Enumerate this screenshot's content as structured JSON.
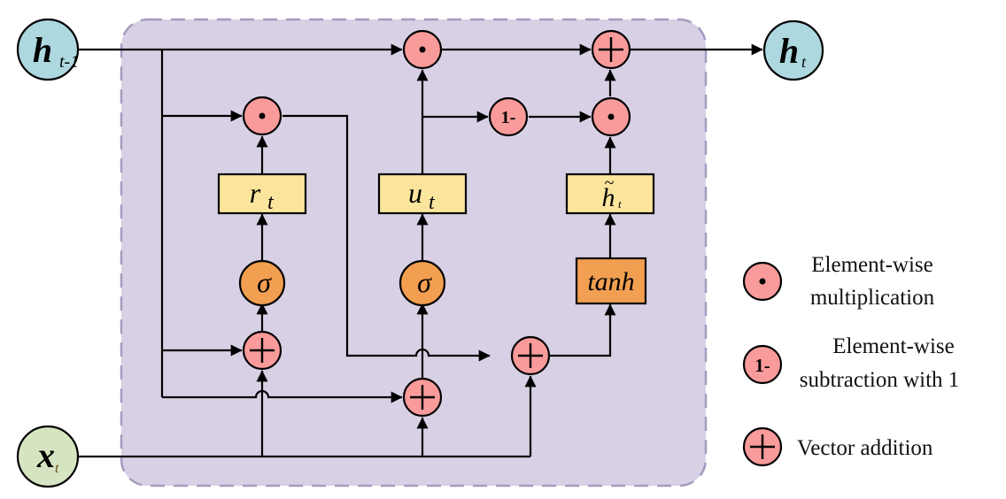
{
  "diagram": {
    "title": "GRU cell",
    "colors": {
      "cell_background": "#d8d0e4",
      "cell_border": "#a59bbf",
      "hidden_state": "#add8e0",
      "input": "#d6e5c1",
      "operator": "#f99b9b",
      "activation": "#f29f51",
      "gate_box": "#fbe59c",
      "tanh_box": "#f29f51"
    },
    "nodes": {
      "h_prev": {
        "main": "h",
        "sub": "t-1"
      },
      "h_next": {
        "main": "h",
        "sub": "t"
      },
      "x_t": {
        "main": "x",
        "sub": "t"
      },
      "reset_gate": {
        "main": "r",
        "sub": "t"
      },
      "update_gate": {
        "main": "u",
        "sub": "t"
      },
      "candidate": {
        "main": "h",
        "accent": "~",
        "sub": "t"
      },
      "sigma_reset": "σ",
      "sigma_update": "σ",
      "tanh": "tanh",
      "one_minus": "1-"
    },
    "edges": [
      "h_prev -> mult_top",
      "h_prev -> mult_reset",
      "h_prev -> add_reset",
      "h_prev -> add_update",
      "x_t -> add_reset",
      "x_t -> add_update",
      "x_t -> add_candidate",
      "add_reset -> sigma_reset -> reset_gate -> mult_reset",
      "add_update -> sigma_update -> update_gate -> mult_top",
      "update_gate -> one_minus -> mult_candidate",
      "mult_reset -> add_candidate -> tanh -> candidate -> mult_candidate",
      "mult_candidate -> add_output",
      "mult_top -> add_output -> h_next"
    ]
  },
  "legend": {
    "items": [
      {
        "symbol": "elementwise-multiply",
        "lines": [
          "Element-wise",
          "multiplication"
        ]
      },
      {
        "symbol": "one-minus",
        "glyph": "1-",
        "lines": [
          "Element-wise",
          "subtraction with 1"
        ]
      },
      {
        "symbol": "vector-add",
        "lines": [
          "Vector addition"
        ]
      }
    ]
  }
}
